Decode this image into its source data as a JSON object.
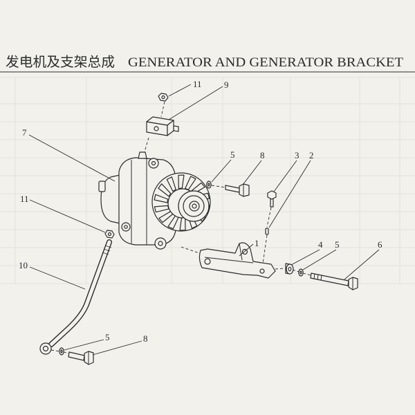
{
  "title": {
    "zh": "发电机及支架总成",
    "en": "GENERATOR AND GENERATOR BRACKET"
  },
  "callouts": [
    "11",
    "9",
    "7",
    "5",
    "8",
    "3",
    "2",
    "11",
    "10",
    "1",
    "4",
    "5",
    "6",
    "5",
    "8"
  ],
  "colors": {
    "ink": "#2b2b2b",
    "paper": "#f2f1ec",
    "bleed": "#dcdbd5"
  }
}
